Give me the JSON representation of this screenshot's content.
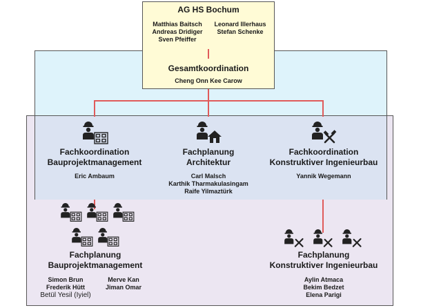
{
  "top": {
    "title": "AG HS Bochum",
    "members_left": [
      "Matthias Baitsch",
      "Andreas Dridiger"
    ],
    "members_right": [
      "Leonard Illerhaus",
      "Stefan Schenke"
    ],
    "member_center": "Sven Pfeiffer"
  },
  "coordination": {
    "title": "Gesamtkoordination",
    "member": "Cheng Onn Kee Carow"
  },
  "level2": {
    "left": {
      "title1": "Fachkoordination",
      "title2": "Bauprojektmanagement",
      "members": [
        "Eric Ambaum"
      ],
      "icon": "worker-building-icon"
    },
    "middle": {
      "title1": "Fachplanung",
      "title2": "Architektur",
      "members": [
        "Carl Malsch",
        "Karthik Tharmakulasingam",
        "Raife Yilmaztürk"
      ],
      "icon": "worker-house-icon"
    },
    "right": {
      "title1": "Fachkoordination",
      "title2": "Konstruktiver Ingenieurbau",
      "members": [
        "Yannik Wegemann"
      ],
      "icon": "worker-tools-icon"
    }
  },
  "level3": {
    "left": {
      "title1": "Fachplanung",
      "title2": "Bauprojektmanagement",
      "members_left": [
        "Simon Brun",
        "Frederik Hütt"
      ],
      "members_right": [
        "Merve Kan",
        "Jiman Omar"
      ],
      "member_extra": "Betül Yesil (Iyiel)"
    },
    "right": {
      "title1": "Fachplanung",
      "title2": "Konstruktiver Ingenieurbau",
      "members": [
        "Aylin Atmaca",
        "Bekim Bedzet",
        "Elena Parigi"
      ]
    }
  },
  "colors": {
    "top_box": "#fffbd6",
    "cyan_box": "#def3fb",
    "purple_box": "#ece6f2",
    "overlap_box": "#dbe3f2",
    "connector": "#e05a5a"
  }
}
